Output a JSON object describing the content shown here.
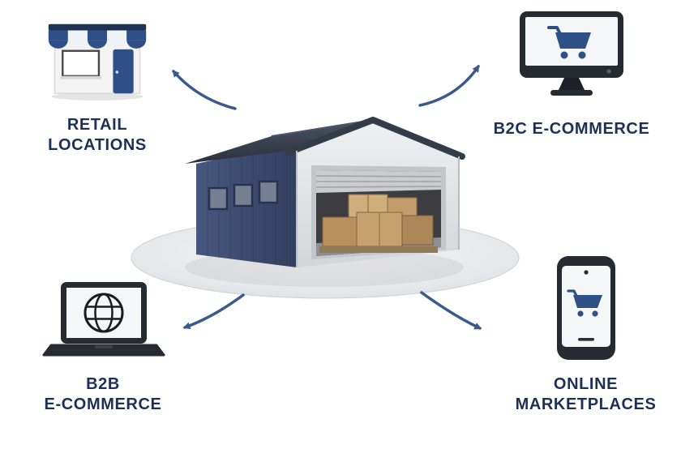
{
  "title": "Warehouse distribution channels diagram",
  "center": {
    "name": "warehouse",
    "contents": "cardboard boxes behind open roller door"
  },
  "nodes": {
    "retail": {
      "id": "retail-locations",
      "icon": "storefront-icon",
      "lines": [
        "RETAIL",
        "LOCATIONS"
      ]
    },
    "b2c": {
      "id": "b2c-ecommerce",
      "icon": "desktop-cart-icon",
      "lines": [
        "B2C E-COMMERCE"
      ]
    },
    "b2b": {
      "id": "b2b-ecommerce",
      "icon": "laptop-globe-icon",
      "lines": [
        "B2B",
        "E-COMMERCE"
      ]
    },
    "online": {
      "id": "online-marketplaces",
      "icon": "phone-cart-icon",
      "lines": [
        "ONLINE",
        "MARKETPLACES"
      ]
    }
  },
  "connections": [
    {
      "from": "warehouse",
      "to": "retail-locations"
    },
    {
      "from": "warehouse",
      "to": "b2c-ecommerce"
    },
    {
      "from": "warehouse",
      "to": "b2b-ecommerce"
    },
    {
      "from": "warehouse",
      "to": "online-marketplaces"
    }
  ],
  "colors": {
    "label_text": "#1d3055",
    "arrow": "#3a5a8c",
    "accent_navy": "#2f4f87",
    "warehouse_wall_navy": "#3d4d71",
    "roof_dark": "#343b49",
    "cardboard": "#c6a06f",
    "device_dark": "#262a31",
    "platform_gray": "#e7e8eb"
  }
}
